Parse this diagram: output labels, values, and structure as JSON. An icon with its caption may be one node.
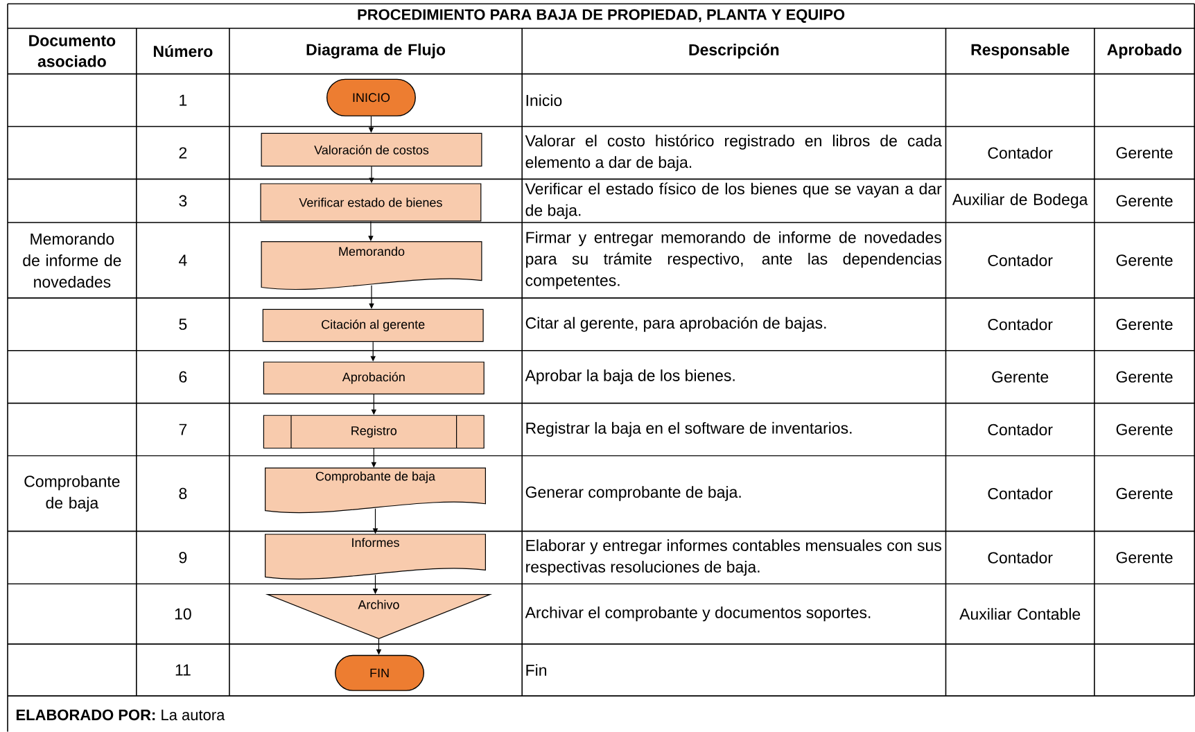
{
  "diagram": {
    "title": "PROCEDIMIENTO PARA BAJA DE PROPIEDAD, PLANTA Y EQUIPO",
    "caption": "**ELABORADO POR:** La autora",
    "nodes": [
      {
        "text": [
          "INICIO"
        ]
      },
      {
        "text": [
          "Valoración de costos"
        ]
      },
      {
        "text": [
          "Verificar estado de bienes"
        ]
      },
      {
        "text": [
          "Memorando"
        ]
      },
      {
        "text": [
          "Citación al gerente"
        ]
      },
      {
        "text": [
          "Aprobación"
        ]
      },
      {
        "text": [
          "Registro"
        ]
      },
      {
        "text": [
          "Comprobante de baja"
        ]
      },
      {
        "text": [
          "Informes"
        ]
      },
      {
        "text": [
          "Archivo"
        ]
      },
      {
        "text": [
          "FIN"
        ]
      }
    ],
    "edges": [
      {
        "from": 0,
        "to": 1,
        "arrow": "to"
      },
      {
        "from": 1,
        "to": 2,
        "arrow": "to"
      },
      {
        "from": 2,
        "to": 3,
        "arrow": "to"
      },
      {
        "from": 3,
        "to": 4,
        "arrow": "to"
      },
      {
        "from": 4,
        "to": 5,
        "arrow": "to"
      },
      {
        "from": 5,
        "to": 6,
        "arrow": "to"
      },
      {
        "from": 6,
        "to": 7,
        "arrow": "to"
      },
      {
        "from": 7,
        "to": 8,
        "arrow": "to"
      },
      {
        "from": 8,
        "to": 9,
        "arrow": "to"
      },
      {
        "from": 9,
        "to": 10,
        "arrow": "to"
      }
    ],
    "labels": [
      "Documento asociado",
      "Número",
      "Diagrama de Flujo",
      "Descripción",
      "Responsable",
      "Aprobado",
      "1",
      "Inicio",
      "2",
      "Valorar el costo histórico registrado en libros de cada elemento a dar de baja.",
      "Contador",
      "Gerente",
      "3",
      "Verificar el estado físico de los bienes que se vayan a dar de baja.",
      "Auxiliar de Bodega",
      "Gerente",
      "Memorando de informe de novedades",
      "4",
      "Firmar y entregar memorando de informe de novedades para su trámite respectivo, ante las dependencias competentes.",
      "Contador",
      "Gerente",
      "5",
      "Citar al gerente, para aprobación de bajas.",
      "Contador",
      "Gerente",
      "6",
      "Aprobar la baja de los bienes.",
      "Gerente",
      "Gerente",
      "7",
      "Registrar la baja en el software de inventarios.",
      "Contador",
      "Gerente",
      "Comprobante de baja",
      "8",
      "Generar comprobante de baja.",
      "Contador",
      "Gerente",
      "9",
      "Elaborar y entregar informes contables mensuales con sus respectivas resoluciones de baja.",
      "Contador",
      "Gerente",
      "10",
      "Archivar el comprobante y documentos soportes.",
      "Auxiliar Contable",
      "11",
      "Fin"
    ]
  }
}
